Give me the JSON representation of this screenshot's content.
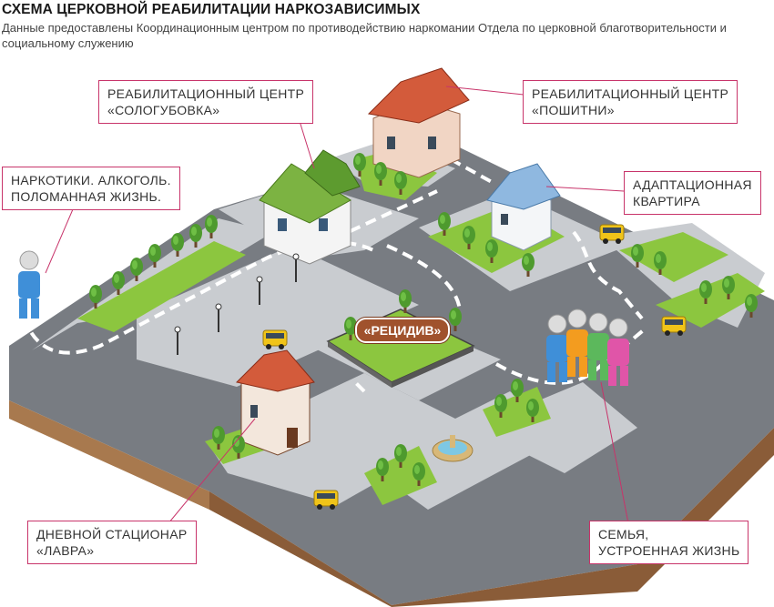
{
  "header": {
    "title": "СХЕМА ЦЕРКОВНОЙ РЕАБИЛИТАЦИИ НАРКОЗАВИСИМЫХ",
    "subtitle": "Данные предоставлены Координационным центром по противодействию наркомании Отдела по церковной благотворительности и социальному служению"
  },
  "callouts": {
    "sologubovka": "РЕАБИЛИТАЦИОННЫЙ ЦЕНТР\n«СОЛОГУБОВКА»",
    "poshitni": "РЕАБИЛИТАЦИОННЫЙ ЦЕНТР\n«ПОШИТНИ»",
    "drugs": "НАРКОТИКИ. АЛКОГОЛЬ.\nПОЛОМАННАЯ ЖИЗНЬ.",
    "apartment": "АДАПТАЦИОННАЯ\nКВАРТИРА",
    "lavra": "ДНЕВНОЙ СТАЦИОНАР\n«ЛАВРА»",
    "family": "СЕМЬЯ,\nУСТРОЕННАЯ ЖИЗНЬ"
  },
  "relapse_label": "«РЕЦИДИВ»",
  "colors": {
    "accent_line": "#c8346a",
    "grass": "#8cc63f",
    "road": "#6d7177",
    "sidewalk": "#c9ccd0",
    "relapse_badge": "#a0522d"
  },
  "icons": [
    "person-icon",
    "family-icon",
    "house-icon",
    "bus-icon",
    "tree-icon",
    "fountain-icon",
    "streetlamp-icon"
  ]
}
